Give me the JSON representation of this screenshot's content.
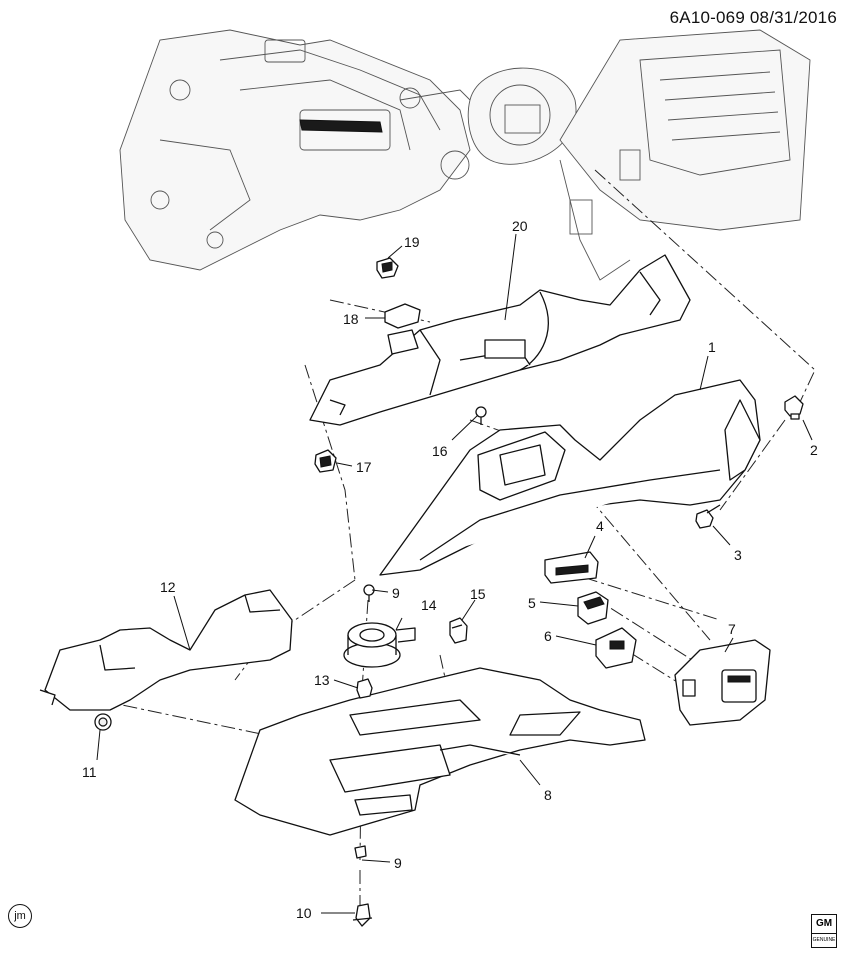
{
  "header": {
    "ref_code": "6A10-069 08/31/2016"
  },
  "callouts": [
    {
      "id": "1",
      "label": "1"
    },
    {
      "id": "2",
      "label": "2"
    },
    {
      "id": "3",
      "label": "3"
    },
    {
      "id": "4",
      "label": "4"
    },
    {
      "id": "5",
      "label": "5"
    },
    {
      "id": "6",
      "label": "6"
    },
    {
      "id": "7",
      "label": "7"
    },
    {
      "id": "8",
      "label": "8"
    },
    {
      "id": "9a",
      "label": "9"
    },
    {
      "id": "9b",
      "label": "9"
    },
    {
      "id": "10",
      "label": "10"
    },
    {
      "id": "11",
      "label": "11"
    },
    {
      "id": "12",
      "label": "12"
    },
    {
      "id": "13",
      "label": "13"
    },
    {
      "id": "14",
      "label": "14"
    },
    {
      "id": "15",
      "label": "15"
    },
    {
      "id": "16",
      "label": "16"
    },
    {
      "id": "17",
      "label": "17"
    },
    {
      "id": "18",
      "label": "18"
    },
    {
      "id": "19",
      "label": "19"
    },
    {
      "id": "20",
      "label": "20"
    }
  ],
  "footer": {
    "artist_mark": "jm",
    "logo_top": "GM",
    "logo_bottom": "GENUINE"
  },
  "icons": [
    "gm-logo",
    "artist-initials-mark"
  ]
}
